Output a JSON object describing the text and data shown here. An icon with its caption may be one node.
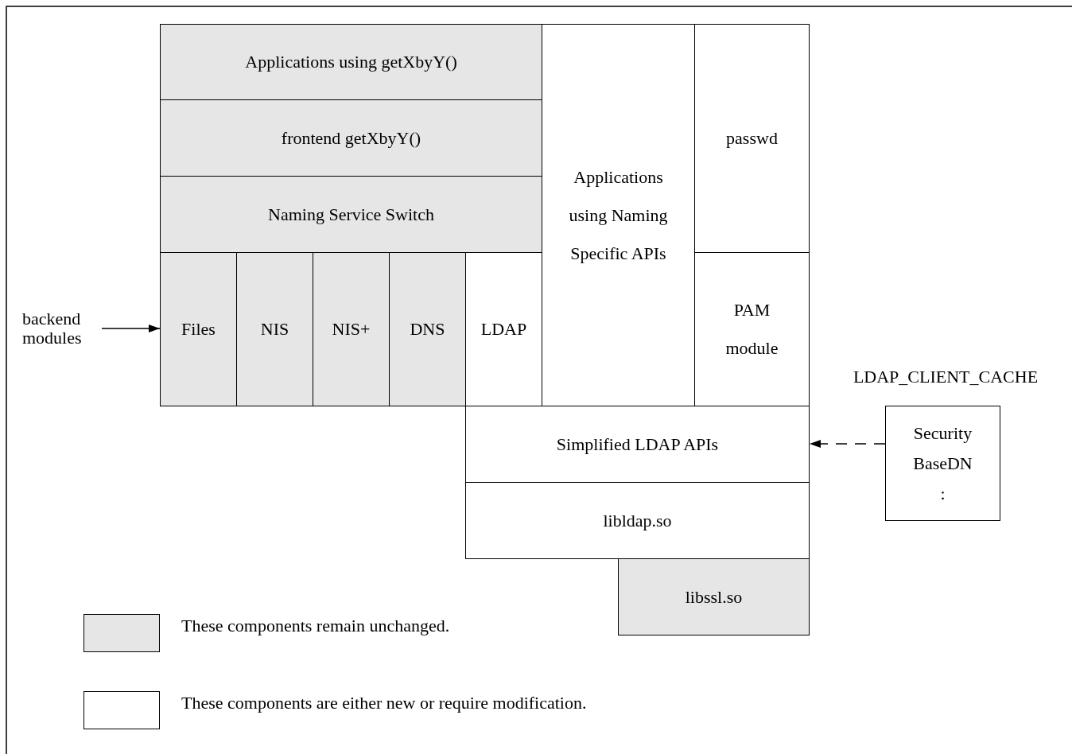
{
  "diagram": {
    "nodes": [
      {
        "text": [
          "Applications using getXbyY()"
        ]
      },
      {
        "text": [
          "frontend getXbyY()"
        ]
      },
      {
        "text": [
          "Naming Service Switch"
        ]
      },
      {
        "text": [
          "Files"
        ]
      },
      {
        "text": [
          "NIS"
        ]
      },
      {
        "text": [
          "NIS+"
        ]
      },
      {
        "text": [
          "DNS"
        ]
      },
      {
        "text": [
          "LDAP"
        ]
      },
      {
        "text": [
          "Applications using Naming Specific APIs"
        ]
      },
      {
        "text": [
          "passwd"
        ]
      },
      {
        "text": [
          "PAM module"
        ]
      },
      {
        "text": [
          "Simplified LDAP APIs"
        ]
      },
      {
        "text": [
          "libldap.so"
        ]
      },
      {
        "text": [
          "libssl.so"
        ]
      },
      {
        "text": [
          "backend modules"
        ]
      },
      {
        "text": [
          "LDAP_CLIENT_CACHE",
          "Security",
          "BaseDN",
          ":"
        ]
      }
    ],
    "edges": [
      {
        "from": 14,
        "to": 3,
        "arrow": "to"
      },
      {
        "from": 15,
        "to": 11,
        "arrow": "to",
        "style": "dashed"
      }
    ],
    "legend": [
      {
        "text": "These components remain unchanged.",
        "color": "#e6e6e6"
      },
      {
        "text": "These components are either new or require modification.",
        "color": "#ffffff"
      }
    ]
  }
}
